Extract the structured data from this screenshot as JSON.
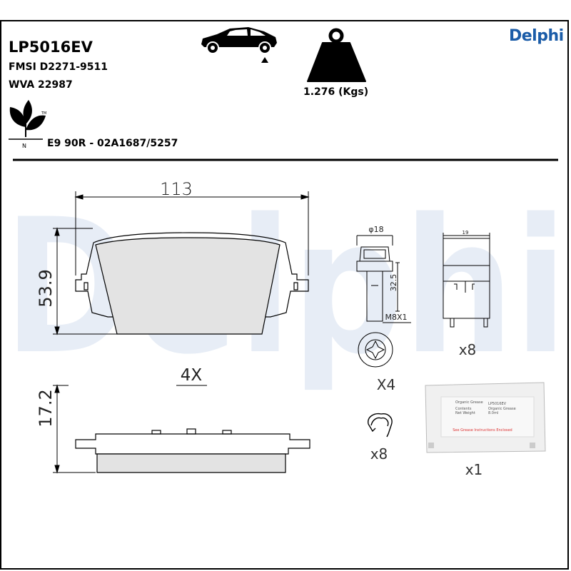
{
  "header": {
    "part_number": "LP5016EV",
    "fmsi": "FMSI D2271-9511",
    "wva": "WVA 22987",
    "ece": "E9 90R - 02A1687/5257",
    "weight": "1.276 (Kgs)",
    "brand": "Delphi",
    "eco_letter": "N",
    "tm": "TM"
  },
  "drawing": {
    "width_dim": "113",
    "height_dim": "53.9",
    "thickness_dim": "17.2",
    "pad_qty": "4X",
    "bolt_dia": "φ18",
    "bolt_len": "32.5",
    "bolt_thread": "M8X1",
    "bolt_qty": "X4",
    "clip_dim": "19",
    "clip_qty": "x8",
    "spring_qty": "x8",
    "grease_qty": "x1",
    "grease_lines": [
      "Organic Grease",
      "Contents",
      "Net Weight"
    ],
    "grease_values": [
      "LP5016EV",
      "Organic Grease",
      "8.0ml"
    ],
    "grease_warning": "See Grease Instructions Enclosed"
  },
  "icons": [
    "car-front-axle-icon",
    "weight-icon",
    "eco-leaf-icon"
  ],
  "colors": {
    "brand": "#1b5ca8",
    "watermark": "#e7edf6",
    "pad_fill": "#e3e3e3"
  }
}
